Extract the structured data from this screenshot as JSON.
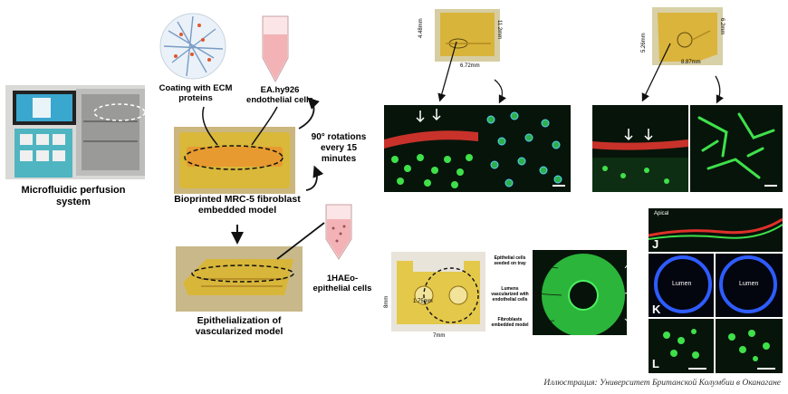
{
  "labels": {
    "perfusion": "Microfluidic perfusion system",
    "coating": "Coating with ECM proteins",
    "ea_cells": "EA.hy926 endothelial cells",
    "rotation": "90° rotations every 15 minutes",
    "bioprinted": "Bioprinted MRC-5 fibroblast embedded model",
    "haeo": "1HAEo- epithelial cells",
    "epithelial": "Epithelialization of vascularized model"
  },
  "dimensions": {
    "a_height": "4.48mm",
    "a_width": "6.72mm",
    "a_depth": "11.2mm",
    "b_height": "5.26mm",
    "b_width": "8.87mm",
    "b_depth": "6.2mm",
    "c_height": "8mm",
    "c_width": "7mm",
    "c_hole": "1.75mm"
  },
  "annotations": {
    "epithelial_tray": "Epithelial cells seeded on tray",
    "lumens": "Lumens vascularized with endothelial cells",
    "fibroblasts": "Fibroblasts embedded model"
  },
  "panels": {
    "j_label": "J",
    "k_label": "K",
    "l_label": "L",
    "apical": "Apical",
    "lumen": "Lumen"
  },
  "credit": "Иллюстрация: Университет Британской Колумбии в Оканагане",
  "colors": {
    "gel": "#d7b53a",
    "fluor_green": "#3fe04a",
    "fluor_red": "#e0302a",
    "fluor_blue": "#2e5cff",
    "tube_pink": "#f3b3b6"
  }
}
